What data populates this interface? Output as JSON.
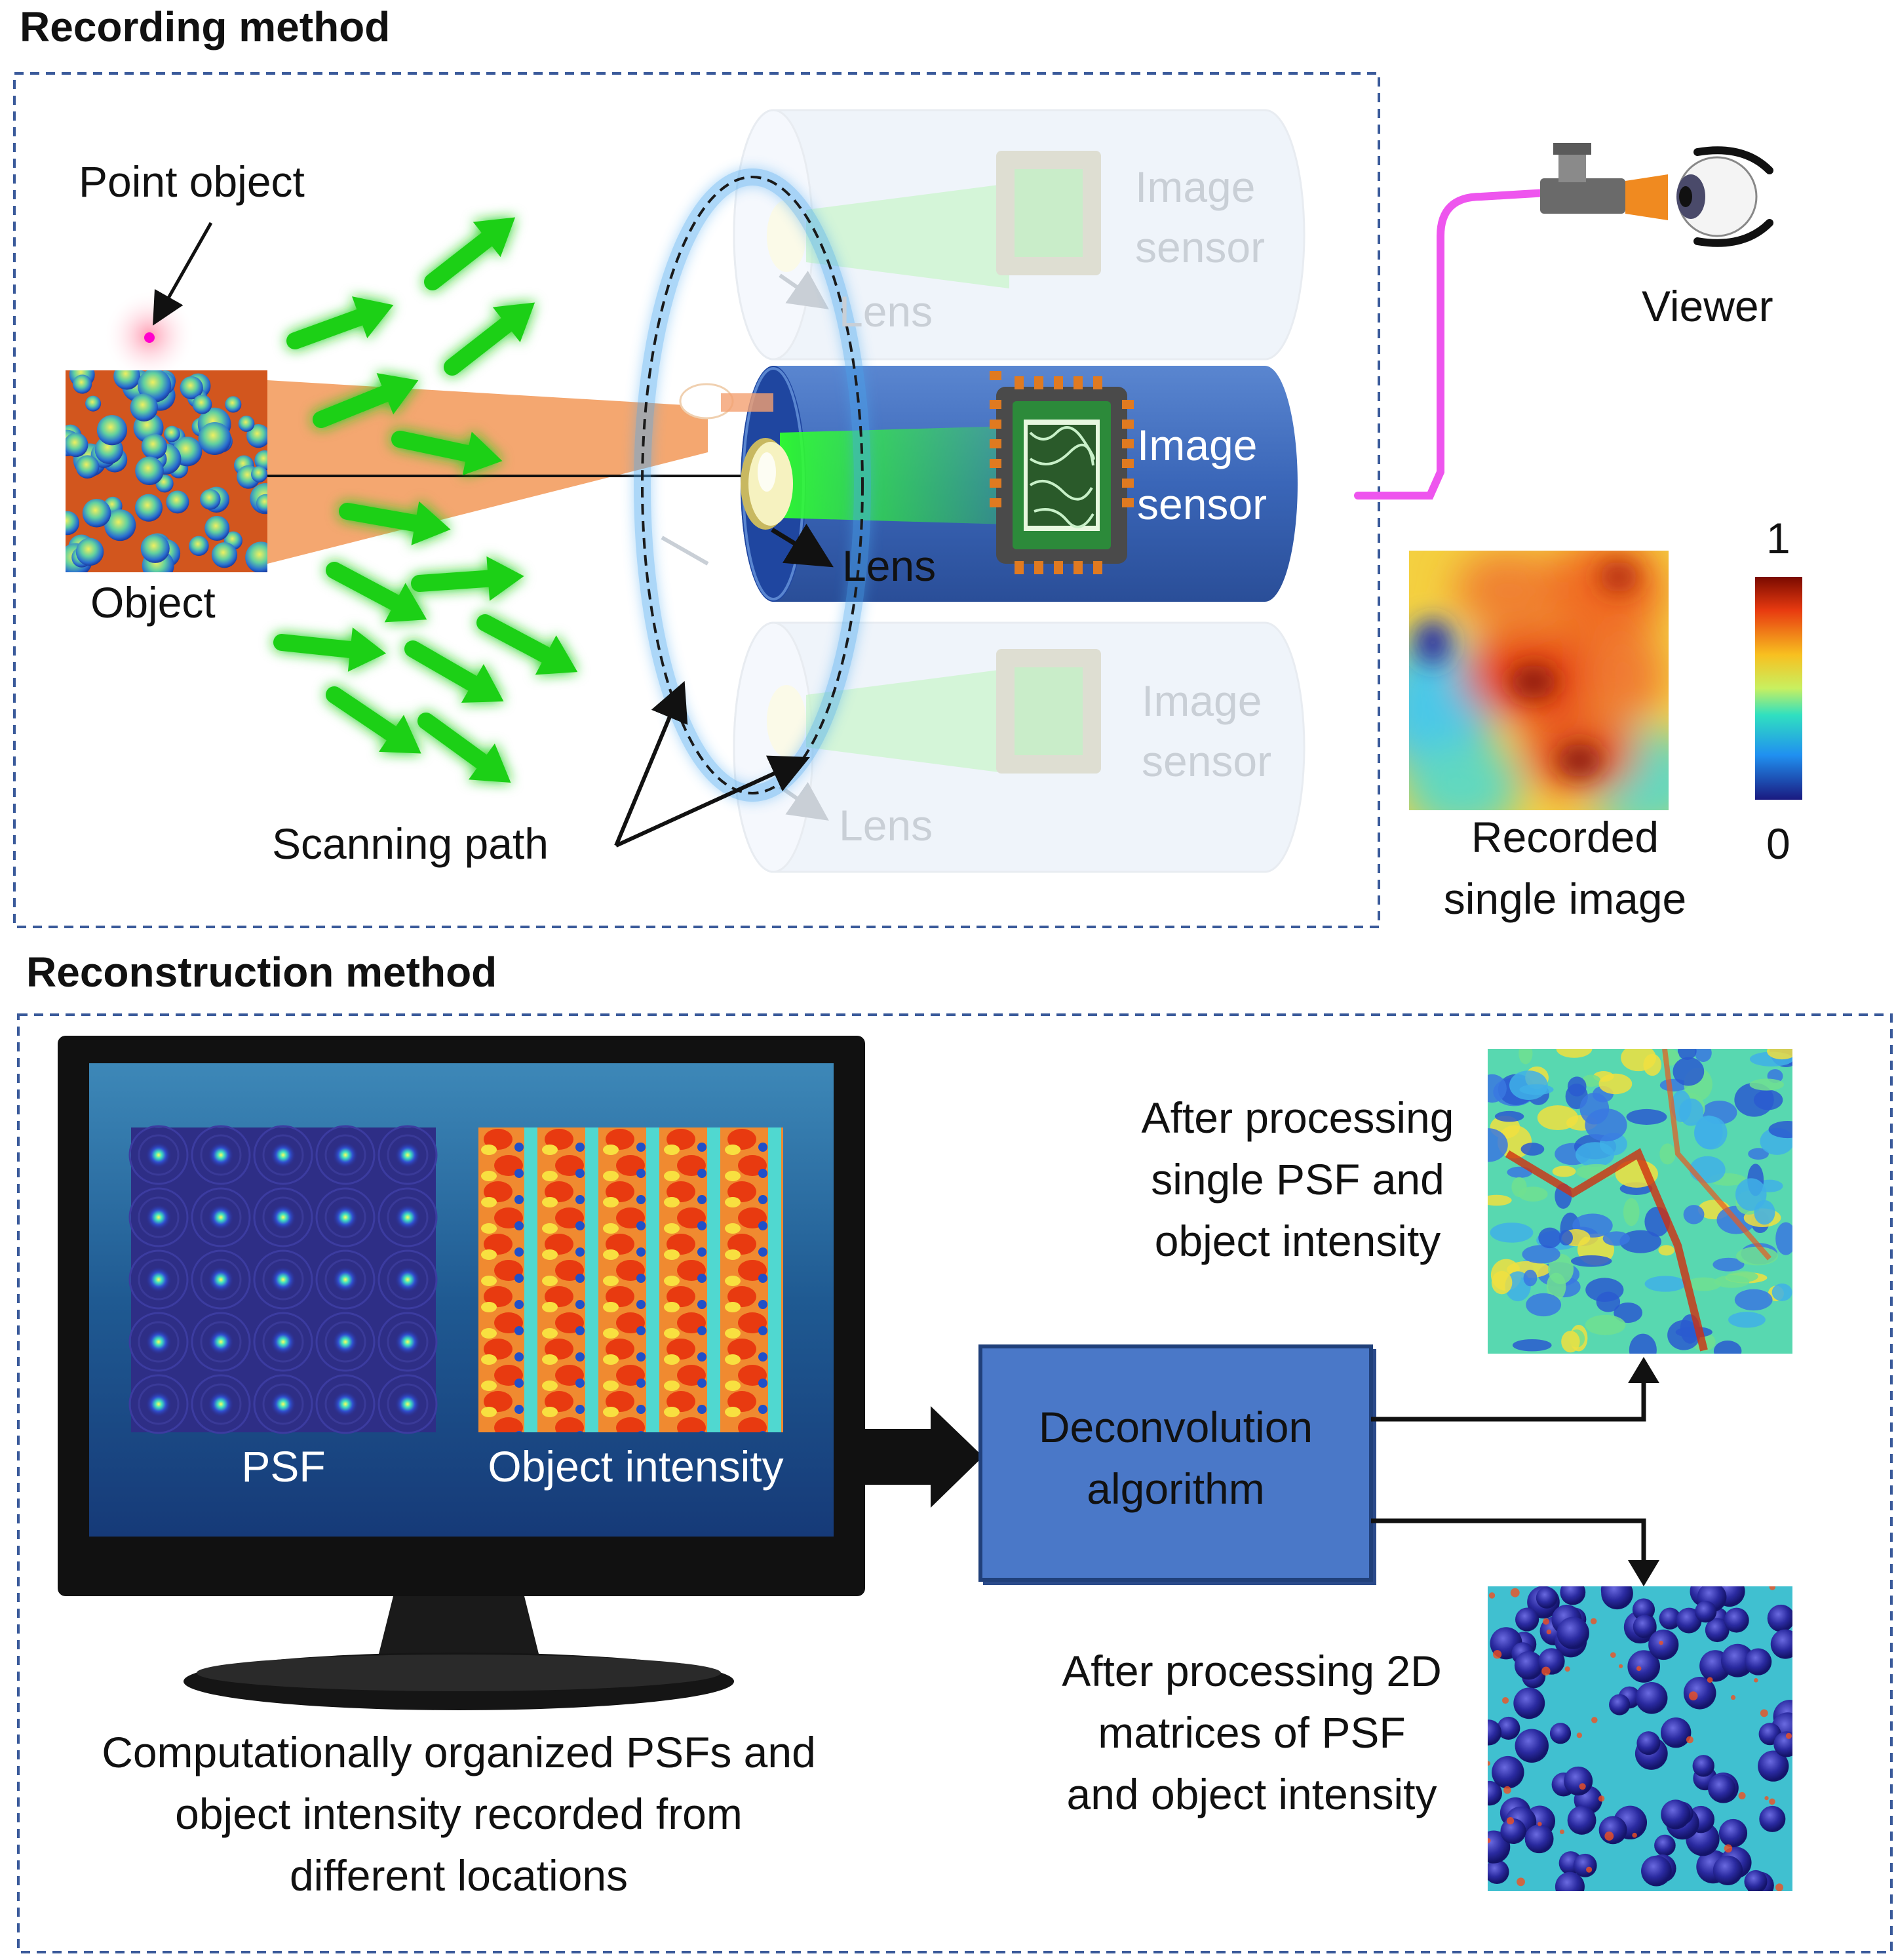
{
  "recording": {
    "title": "Recording method",
    "point_object": "Point object",
    "object": "Object",
    "lens": "Lens",
    "image_sensor_line1": "Image",
    "image_sensor_line2": "sensor",
    "scanning_path": "Scanning path",
    "viewer": "Viewer",
    "recorded_line1": "Recorded",
    "recorded_line2": "single image",
    "colorbar_max": "1",
    "colorbar_min": "0"
  },
  "reconstruction": {
    "title": "Reconstruction method",
    "psf": "PSF",
    "object_intensity": "Object intensity",
    "caption_line1": "Computationally organized PSFs and",
    "caption_line2": "object intensity recorded from",
    "caption_line3": "different locations",
    "algorithm_line1": "Deconvolution",
    "algorithm_line2": "algorithm",
    "result1_line1": "After processing",
    "result1_line2": "single PSF and",
    "result1_line3": "object intensity",
    "result2_line1": "After processing 2D",
    "result2_line2": "matrices of PSF",
    "result2_line3": "and object intensity"
  },
  "colors": {
    "frame_dash": "#3a5a9a",
    "camera_blue": "#3f6fc4",
    "arrow_green": "#22d41c",
    "algorithm_box": "#4a78c8",
    "cable_pink": "#ee55ee"
  }
}
